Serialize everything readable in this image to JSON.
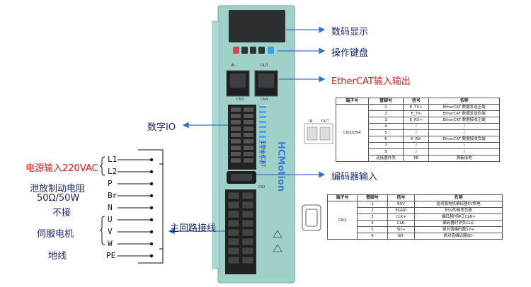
{
  "callouts": {
    "display": "数码显示",
    "keypad": "操作键盘",
    "ethercat": "EtherCAT输入输出",
    "digital_io": "数字IO",
    "encoder": "编码器输入",
    "main_circuit": "主回路接线"
  },
  "left_labels": {
    "power_input": "电源输入220VAC",
    "brake_resistor_1": "泄放制动电阻",
    "brake_resistor_2": "50Ω/50W",
    "brake_resistor_3": "不接",
    "servo_motor": "伺服电机",
    "ground": "地线"
  },
  "terminals": [
    "L1",
    "L2",
    "P",
    "Br",
    "N",
    "U",
    "V",
    "W",
    "PE"
  ],
  "drive": {
    "ports": {
      "in": "IN",
      "out": "OUT",
      "cn3": "CN3",
      "cn4": "CN4",
      "cn2": "CN2"
    },
    "brand_text": "EtherCAT",
    "logo_text": "HCMotion"
  },
  "connector_icon": {
    "in": "IN",
    "out": "OUT"
  },
  "ethercat_table": {
    "headers": [
      "端子号",
      "管脚号",
      "信号",
      "名称"
    ],
    "group_label": "CN3/CN4",
    "rows": [
      [
        "1",
        "E_TX+",
        "EtherCAT 数据发送正端"
      ],
      [
        "2",
        "E_TX-",
        "EtherCAT 数据发送负端"
      ],
      [
        "3",
        "E_RX+",
        "EtherCAT 数据接收正端"
      ],
      [
        "4",
        "/",
        "/"
      ],
      [
        "5",
        "/",
        "/"
      ],
      [
        "6",
        "E_RX-",
        "EtherCAT 数据接收负端"
      ],
      [
        "7",
        "/",
        "/"
      ],
      [
        "8",
        "/",
        "/"
      ]
    ],
    "shell_row": [
      "连接器外壳",
      "PE",
      "屏蔽接地"
    ]
  },
  "encoder_table": {
    "headers": [
      "端子号",
      "管脚号",
      "信号",
      "名称"
    ],
    "group_label": "CN2",
    "rows": [
      [
        "1",
        "E5V",
        "给伺服电机编码器5V供电"
      ],
      [
        "2",
        "EGND",
        "E5V的参考负极"
      ],
      [
        "3",
        "CLK+",
        "编码器时钟正CLK+"
      ],
      [
        "4",
        "CLK-",
        "编码器时钟负CLK-"
      ],
      [
        "5",
        "SD+",
        "绝对值编码器SD+"
      ],
      [
        "6",
        "SD-",
        "绝对值编码器SD-"
      ]
    ]
  },
  "colors": {
    "drive_body": "#9fd1c9",
    "drive_dark": "#7fb9b1",
    "arrow": "#3a6fd0",
    "label_navy": "#1a2a6c",
    "label_red": "#e01a1a",
    "key_red": "#e0434b",
    "key_blue": "#3aa0e0"
  }
}
